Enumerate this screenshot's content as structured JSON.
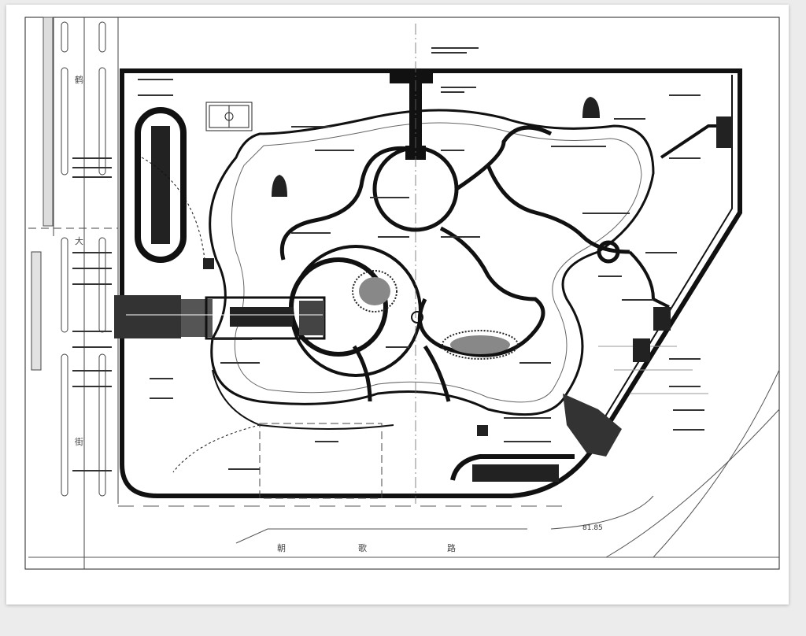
{
  "drawing": {
    "title": "Park site plan",
    "streets": {
      "west_top": "鹤",
      "west_mid": "大",
      "west_bottom": "街",
      "south_1": "朝",
      "south_2": "歌",
      "south_3": "路"
    },
    "elevation_mark": "81.85"
  },
  "colors": {
    "line": "#111111",
    "paper": "#ffffff",
    "background": "#ececec"
  }
}
